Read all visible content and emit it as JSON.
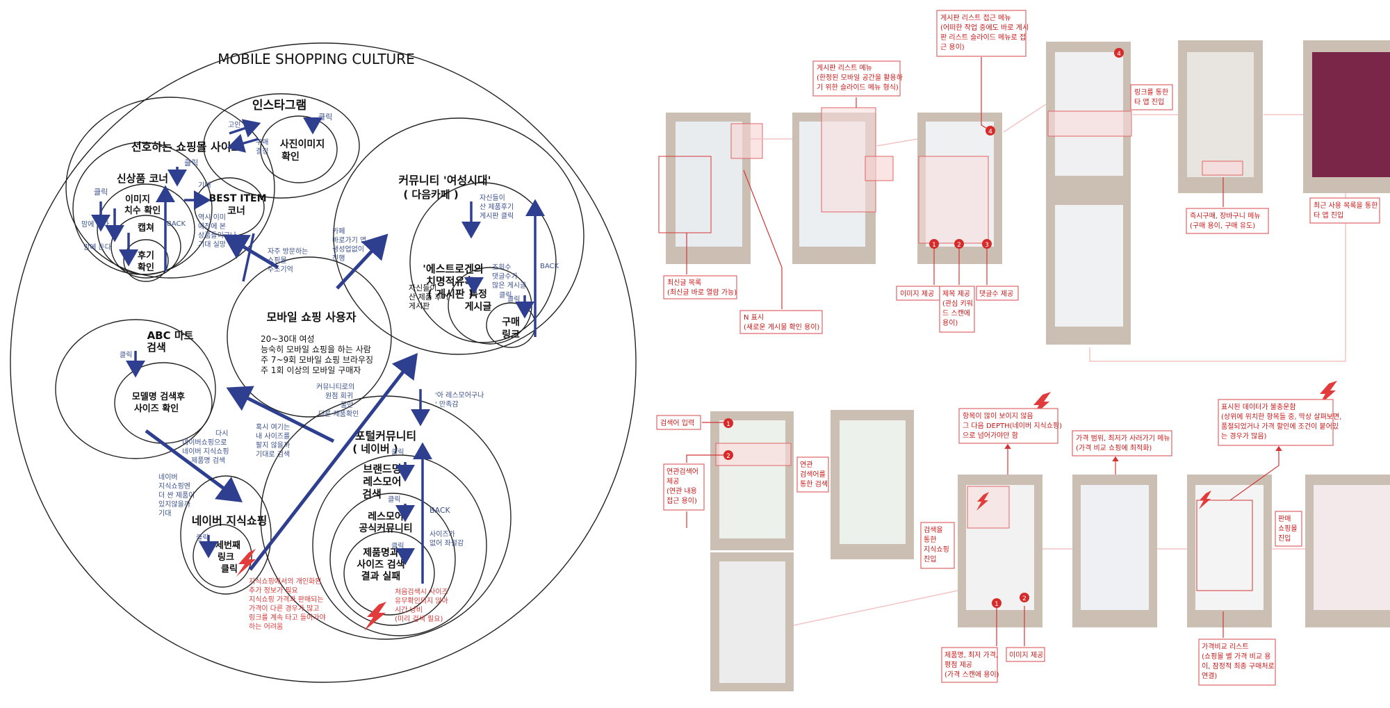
{
  "left": {
    "title": "MOBILE SHOPPING CULTURE",
    "instagram": {
      "title": "인스타그램",
      "click": "클릭",
      "photo": [
        "사진이미지",
        "확인"
      ]
    },
    "favorite_site": {
      "title": "선호하는 쇼핑몰 사이트",
      "click": "클릭"
    },
    "side_labels": {
      "goin": "고인",
      "purchase": [
        "구매",
        "결정"
      ],
      "expect": "기대",
      "back": "BACK"
    },
    "new_corner": {
      "title": "신상품 코너",
      "click": "클릭",
      "image_size": [
        "이미지",
        "치수 확인"
      ],
      "capture": [
        "캡쳐"
      ],
      "review": [
        "후기",
        "확인"
      ],
      "like": "맘에 든다",
      "like2": "맘에 든다"
    },
    "best_item": [
      "BEST ITEM",
      "코너"
    ],
    "best_note": [
      "역시 이미",
      "예전에 본",
      "상품들이구나",
      "기대 실망"
    ],
    "cafe": {
      "title": "커뮤니티 '여성시대'",
      "subtitle": "( 다음카페 )",
      "note": [
        "자신들이",
        "산 제품후기",
        "게시판 클릭"
      ],
      "board": [
        "'에스트로겐의",
        "치명적유혹'",
        "( 게시판 )"
      ],
      "board_note": [
        "자신들이",
        "산 제품 후기",
        "게시판"
      ],
      "views": [
        "조회수",
        "댓글수가",
        "많은 게시글"
      ],
      "click": "클릭",
      "post": [
        "특정",
        "게시글"
      ],
      "click2": "클릭",
      "buy_link": [
        "구매",
        "링크"
      ],
      "back": "BACK"
    },
    "user": {
      "title": "모바일 쇼핑 사용자",
      "desc": [
        "20~30대 여성",
        "능숙히 모바일 쇼핑을 하는 사람",
        "주 7~9회 모바일 쇼핑 브라우징",
        "주 1회 이상의 모바일 구매자"
      ]
    },
    "visit_note": [
      "자주 방문하는",
      "쇼핑몰",
      "주소기억"
    ],
    "cafe_link_note": [
      "카페",
      "바로가기 앱",
      "생성업없이",
      "진행"
    ],
    "abc": {
      "title": [
        "ABC  마트",
        "검색"
      ],
      "click": "클릭",
      "model": [
        "모델명 검색후",
        "사이즈 확인"
      ]
    },
    "community_note": [
      "커뮤니티로의",
      "원점 회귀",
      "불만",
      "다른 제품확인"
    ],
    "ah_note": [
      "'아 레스모어구나",
      "' 만족감"
    ],
    "maybe_note": [
      "혹시 여기는",
      "내 사이즈를",
      "팔지 않을까",
      "기대로 검색"
    ],
    "naver_note1": [
      "다시",
      "네이버쇼핑으로",
      "네이버 지식쇼핑",
      "제품명 검색"
    ],
    "naver_note2": [
      "네이버",
      "지식쇼핑엔",
      "더 싼 제품이",
      "있지않을까",
      "기대"
    ],
    "portal": {
      "title": "포털커뮤니티",
      "subtitle": "( 네이버 )",
      "click": "클릭",
      "brand": [
        "브랜드명",
        "레스모어",
        "검색"
      ],
      "click2": "클릭",
      "community": [
        "레스모어",
        "공식커뮤니티"
      ],
      "click3": "클릭",
      "result": [
        "제품명과",
        "사이즈 검색",
        "결과 실패"
      ],
      "back": "BACK",
      "size_note": [
        "사이즈가",
        "없어 좌절감"
      ]
    },
    "naver": {
      "title": "네이버 지식쇼핑",
      "click": "클릭",
      "link": [
        "세번째",
        "링크",
        "클릭"
      ]
    },
    "pain1": [
      "지식쇼핑에서의 개인화된",
      "추가 정보가 필요",
      "지식쇼핑 가격과 판매되는",
      "가격이 다른 경우가 많고",
      "링크를 계속 타고 들어가야",
      "하는 어려움"
    ],
    "pain2": [
      "처음검색시 사이즈",
      "유무확인되지 않아",
      "시간 낭비",
      "(미리 검색 필요)"
    ]
  },
  "right": {
    "top": {
      "newest": [
        "최신글 목록",
        "(최신글 바로 열람 가능)"
      ],
      "n_mark": [
        "N 표시",
        "(새로운 게시물 확인 용이)"
      ],
      "board_menu": [
        "게시판 리스트 메뉴",
        "(한정된 모바일 공간을 활용하",
        "기 위한 슬라이드 메뉴 형식)"
      ],
      "board_access": [
        "게시판 리스트 접근 메뉴",
        "(어떠한 작업 중에도 바로 게시",
        "판 리스트 슬라이드 메뉴로 접",
        "근 용이)"
      ],
      "image": "이미지 제공",
      "title_provide": [
        "제목 제공",
        "(관심 키워",
        "드 스캔에",
        "용이)"
      ],
      "comments": "댓글수 제공",
      "link_enter": [
        "링크를 통한",
        "타 앱 진입"
      ],
      "instant_buy": [
        "즉시구매, 장바구니 메뉴",
        "(구매 용이, 구매 유도)"
      ],
      "recent_enter": [
        "최근 사용 목록을 통한",
        "타 앱 진입"
      ],
      "badges": [
        "1",
        "2",
        "3",
        "4",
        "4"
      ]
    },
    "bottom": {
      "search_input": "검색어 입력",
      "related": [
        "연관검색어",
        "제공",
        "(연관 내용",
        "접근 용이)"
      ],
      "related_search": [
        "연관",
        "검색어를",
        "통한 검색"
      ],
      "search_enter": [
        "검색을",
        "통한",
        "지식쇼핑",
        "진입"
      ],
      "items_hidden": [
        "항목이 많이 보이지 않음",
        "그 다음 DEPTH(네이버 지식쇼핑)",
        "으로 넘어가야만 함"
      ],
      "price_range": [
        "가격 범위, 최저가 사러가기 메뉴",
        "(가격 비교 쇼핑에 최적화)"
      ],
      "unneeded": [
        "표시된 데이터가 불충운함",
        "(상위에 위치한 항목들 중, 막상 살펴보면,",
        "품절되었거나 가격 할인에 조건이 붙어있",
        "는 경우가 많음)"
      ],
      "product_info": [
        "제품명, 최저 가격,",
        "평점 제공",
        "(가격 스캔에 용이)"
      ],
      "image": "이미지 제공",
      "compare_list": [
        "가격비교 리스트",
        "(쇼핑몰 별 가격 비교 용",
        "이, 잠정적 최종 구매처로",
        "연결)"
      ],
      "seller": [
        "판매",
        "쇼핑몰",
        "진입"
      ],
      "badges": [
        "1",
        "2",
        "1",
        "2"
      ]
    }
  }
}
